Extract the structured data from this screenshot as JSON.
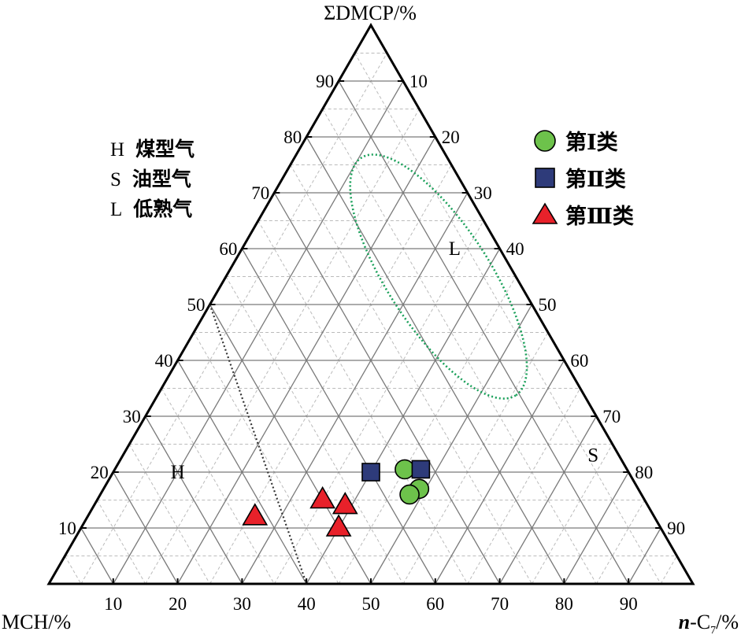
{
  "chart_data": {
    "type": "scatter",
    "subtype": "ternary",
    "axes": {
      "top": {
        "label": "ΣDMCP/%"
      },
      "left": {
        "label": "MCH/%"
      },
      "right": {
        "label_italic": "n",
        "label_main": "-C",
        "label_sub": "7",
        "label_tail": "/%"
      }
    },
    "ticks": [
      "10",
      "20",
      "30",
      "40",
      "50",
      "60",
      "70",
      "80",
      "90"
    ],
    "grid": true,
    "region_key": [
      {
        "code": "H",
        "name": "煤型气"
      },
      {
        "code": "S",
        "name": "油型气"
      },
      {
        "code": "L",
        "name": "低熟气"
      }
    ],
    "region_labels": [
      {
        "text": "H",
        "dmcp": 20,
        "nc7": 10
      },
      {
        "text": "S",
        "dmcp": 23,
        "nc7": 73
      },
      {
        "text": "L",
        "dmcp": 60,
        "nc7": 33
      }
    ],
    "legend_position": "top-right",
    "series": [
      {
        "name": "第Ⅰ类",
        "marker": "circle",
        "color": "#6dc24b",
        "points": [
          {
            "dmcp": 20.5,
            "nc7": 45.0,
            "mch": 34.5
          },
          {
            "dmcp": 17.0,
            "nc7": 49.0,
            "mch": 34.0
          },
          {
            "dmcp": 16.0,
            "nc7": 48.0,
            "mch": 36.0
          }
        ]
      },
      {
        "name": "第Ⅱ类",
        "marker": "square",
        "color": "#2e3b7a",
        "points": [
          {
            "dmcp": 20.0,
            "nc7": 40.0,
            "mch": 40.0
          },
          {
            "dmcp": 20.5,
            "nc7": 47.5,
            "mch": 32.0
          }
        ]
      },
      {
        "name": "第Ⅲ类",
        "marker": "triangle",
        "color": "#e8212a",
        "points": [
          {
            "dmcp": 12.0,
            "nc7": 26.0,
            "mch": 62.0
          },
          {
            "dmcp": 15.0,
            "nc7": 35.0,
            "mch": 50.0
          },
          {
            "dmcp": 14.0,
            "nc7": 39.0,
            "mch": 47.0
          },
          {
            "dmcp": 10.0,
            "nc7": 40.0,
            "mch": 50.0
          }
        ]
      }
    ],
    "boundaries": [
      {
        "style": "dotted",
        "color": "#333333",
        "from": {
          "dmcp": 50,
          "nc7": 0
        },
        "to": {
          "dmcp": 0,
          "nc7": 40
        }
      }
    ],
    "ellipse": {
      "style": "dotted",
      "color": "#1aa05a",
      "center": {
        "dmcp": 55,
        "nc7": 33
      }
    }
  }
}
